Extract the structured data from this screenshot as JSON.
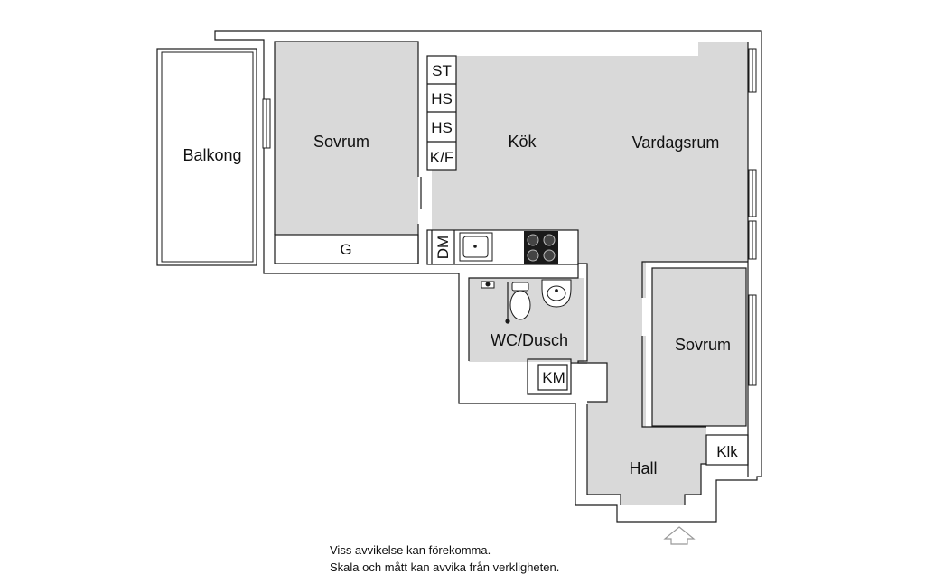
{
  "colors": {
    "floor": "#d9d9d9",
    "wall": "#1a1a1a",
    "background": "#ffffff",
    "arrow": "#bbbbbb"
  },
  "rooms": {
    "balkong": "Balkong",
    "sovrum_1": "Sovrum",
    "kok": "Kök",
    "vardagsrum": "Vardagsrum",
    "wc_dusch": "WC/Dusch",
    "sovrum_2": "Sovrum",
    "hall": "Hall"
  },
  "fixtures": {
    "st": "ST",
    "hs_1": "HS",
    "hs_2": "HS",
    "kf": "K/F",
    "g": "G",
    "dm": "DM",
    "km": "KM",
    "klk": "Klk"
  },
  "icons": [
    "sink-icon",
    "stove-icon",
    "toilet-icon",
    "washbasin-icon",
    "shower-icon",
    "entrance-arrow-icon"
  ],
  "notes": {
    "line1": "Viss avvikelse kan förekomma.",
    "line2": "Skala och mått kan avvika från verkligheten."
  }
}
